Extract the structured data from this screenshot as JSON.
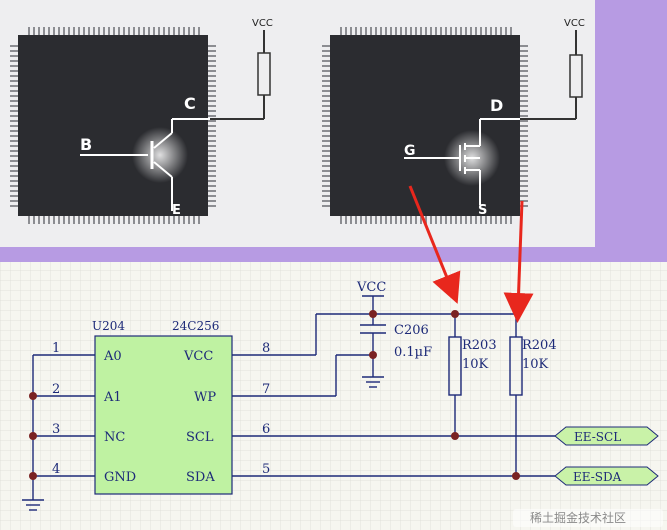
{
  "top_panel": {
    "bjt": {
      "vcc": "VCC",
      "collector": "C",
      "base": "B",
      "emitter": "E"
    },
    "mosfet": {
      "vcc": "VCC",
      "drain": "D",
      "gate": "G",
      "source": "S"
    }
  },
  "schematic": {
    "ic": {
      "ref": "U204",
      "part": "24C256"
    },
    "left_pins": [
      {
        "num": "1",
        "name": "A0"
      },
      {
        "num": "2",
        "name": "A1"
      },
      {
        "num": "3",
        "name": "NC"
      },
      {
        "num": "4",
        "name": "GND"
      }
    ],
    "right_pins": [
      {
        "num": "8",
        "name": "VCC"
      },
      {
        "num": "7",
        "name": "WP"
      },
      {
        "num": "6",
        "name": "SCL"
      },
      {
        "num": "5",
        "name": "SDA"
      }
    ],
    "vcc_label": "VCC",
    "capacitor": {
      "ref": "C206",
      "value": "0.1µF"
    },
    "resistors": [
      {
        "ref": "R203",
        "value": "10K"
      },
      {
        "ref": "R204",
        "value": "10K"
      }
    ],
    "nets": {
      "scl": "EE-SCL",
      "sda": "EE-SDA"
    }
  },
  "watermark": "稀土掘金技术社区",
  "colors": {
    "background": "#b79be3",
    "panel": "#eeeef0",
    "chip": "#2b2c30",
    "schematic_bg": "#f6f6f0",
    "grid": "#dcdcd6",
    "wire": "#1d2a78",
    "junction": "#7a2222",
    "ic_fill": "#bff2a2",
    "net_label": "#c9f2a8",
    "arrow": "#e8271d"
  }
}
